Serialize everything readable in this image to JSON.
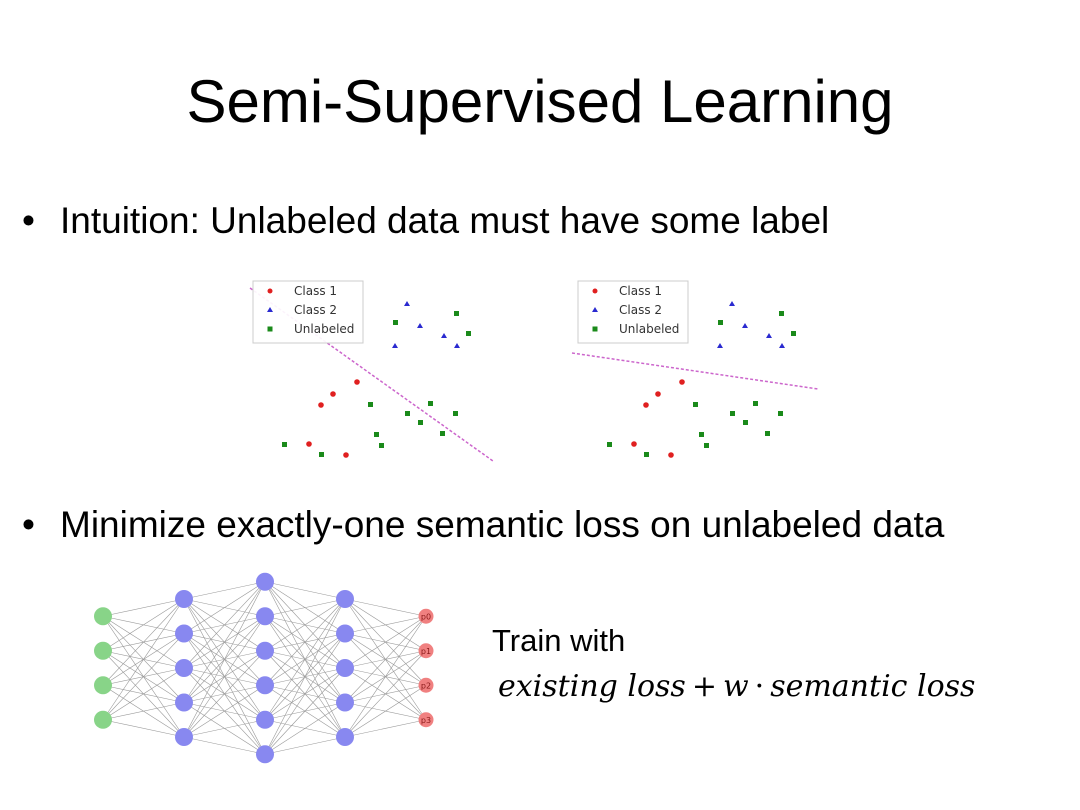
{
  "slide": {
    "title": "Semi-Supervised Learning",
    "bullet_1": "Intuition: Unlabeled data must have some label",
    "bullet_2": "Minimize exactly-one semantic loss on unlabeled data",
    "bullet_char": "•",
    "train_label": "Train with",
    "formula": {
      "term_1": "existing loss",
      "plus": "+",
      "weight": "w",
      "dot": "·",
      "term_2": "semantic loss"
    }
  },
  "legend": {
    "class_1": "Class 1",
    "class_2": "Class 2",
    "unlabeled": "Unlabeled"
  },
  "colors": {
    "class_1": "#e02020",
    "class_2": "#2a2ad0",
    "unlabeled": "#1a8a1a",
    "boundary": "#cc66cc",
    "input_node": "#88d488",
    "hidden_node": "#8888f0",
    "output_node": "#f08080"
  },
  "network": {
    "layer_sizes": [
      4,
      5,
      6,
      5,
      4
    ],
    "output_labels": [
      "p0",
      "p1",
      "p2",
      "p3"
    ]
  }
}
